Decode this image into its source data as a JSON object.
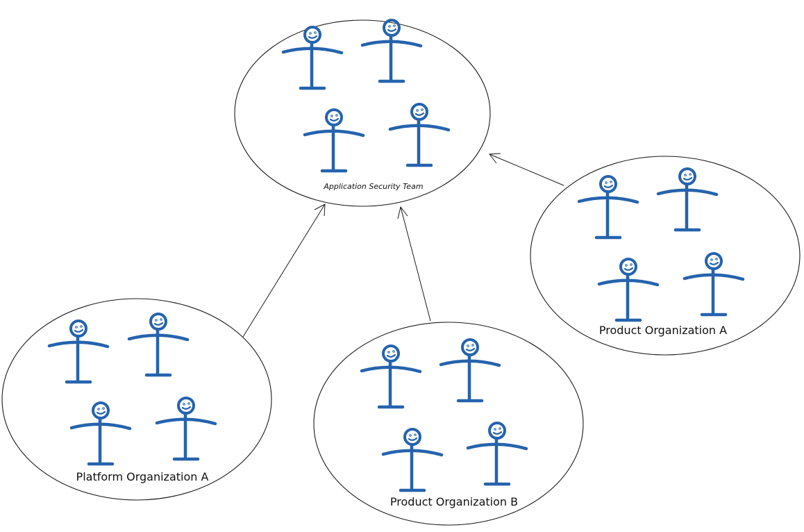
{
  "diagram": {
    "stroke_color": "#1a1a1a",
    "figure_color": "#2563ad",
    "figure_icon": "stick-figure-icon",
    "groups": [
      {
        "id": "appsec",
        "label": "Application Security Team",
        "members": 4
      },
      {
        "id": "product-a",
        "label": "Product Organization A",
        "members": 4
      },
      {
        "id": "platform-a",
        "label": "Platform Organization A",
        "members": 4
      },
      {
        "id": "product-b",
        "label": "Product Organization B",
        "members": 4
      }
    ],
    "connections": [
      {
        "from": "platform-a",
        "to": "appsec"
      },
      {
        "from": "product-b",
        "to": "appsec"
      },
      {
        "from": "product-a",
        "to": "appsec"
      }
    ]
  }
}
